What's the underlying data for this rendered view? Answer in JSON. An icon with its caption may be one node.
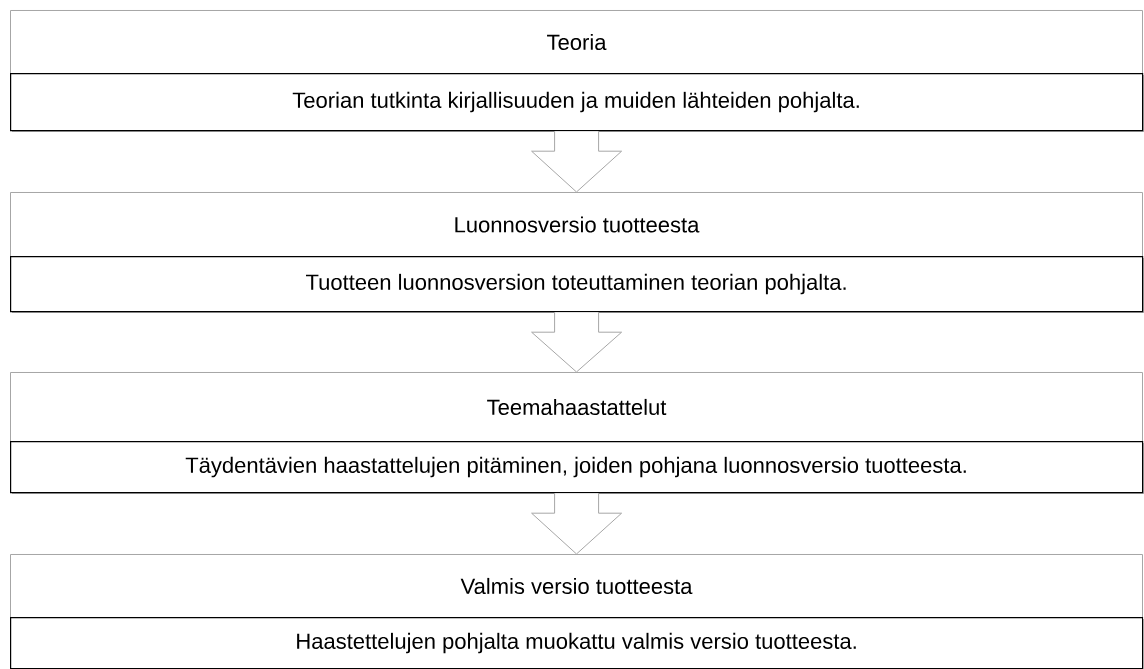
{
  "diagram": {
    "nodes": [
      {
        "text": [
          "Teoria"
        ]
      },
      {
        "text": [
          "Teorian tutkinta kirjallisuuden ja muiden lähteiden pohjalta."
        ]
      },
      {
        "text": [
          "Luonnosversio tuotteesta"
        ]
      },
      {
        "text": [
          "Tuotteen luonnosversion toteuttaminen teorian pohjalta."
        ]
      },
      {
        "text": [
          "Teemahaastattelut"
        ]
      },
      {
        "text": [
          "Täydentävien haastattelujen pitäminen, joiden pohjana luonnosversio tuotteesta."
        ]
      },
      {
        "text": [
          "Valmis versio tuotteesta"
        ]
      },
      {
        "text": [
          "Haastettelujen pohjalta muokattu valmis versio tuotteesta."
        ]
      }
    ],
    "edges": [
      {
        "from": 1,
        "to": 2,
        "arrow": "to"
      },
      {
        "from": 3,
        "to": 4,
        "arrow": "to"
      },
      {
        "from": 5,
        "to": 6,
        "arrow": "to"
      }
    ]
  }
}
